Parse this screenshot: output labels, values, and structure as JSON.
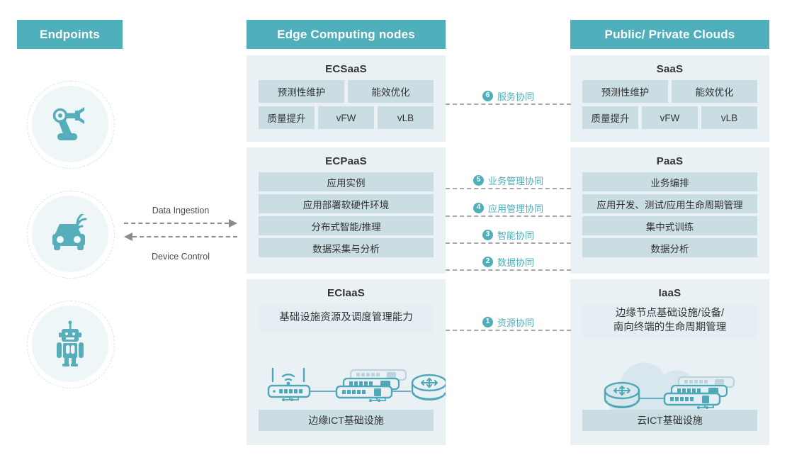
{
  "columns": {
    "endpoints": "Endpoints",
    "edge": "Edge Computing nodes",
    "cloud": "Public/ Private Clouds"
  },
  "endpoints": {
    "items": [
      {
        "icon": "robotic-arm-icon",
        "name": "endpoint-robotic-arm"
      },
      {
        "icon": "connected-car-icon",
        "name": "endpoint-connected-car"
      },
      {
        "icon": "humanoid-robot-icon",
        "name": "endpoint-humanoid-robot"
      }
    ],
    "flows": [
      {
        "label": "Data Ingestion",
        "direction": "right"
      },
      {
        "label": "Device Control",
        "direction": "left"
      }
    ]
  },
  "edge": {
    "saas": {
      "title": "ECSaaS",
      "row1": [
        "预测性维护",
        "能效优化"
      ],
      "row2": [
        "质量提升",
        "vFW",
        "vLB"
      ]
    },
    "paas": {
      "title": "ECPaaS",
      "rows": [
        "应用实例",
        "应用部署软硬件环境",
        "分布式智能/推理",
        "数据采集与分析"
      ]
    },
    "iaas": {
      "title": "ECIaaS",
      "capability": "基础设施资源及调度管理能力",
      "art": "edge-network-devices-icon",
      "footer": "边缘ICT基础设施"
    }
  },
  "cloud": {
    "saas": {
      "title": "SaaS",
      "row1": [
        "预测性维护",
        "能效优化"
      ],
      "row2": [
        "质量提升",
        "vFW",
        "vLB"
      ]
    },
    "paas": {
      "title": "PaaS",
      "rows": [
        "业务编排",
        "应用开发、测试/应用生命周期管理",
        "集中式训练",
        "数据分析"
      ]
    },
    "iaas": {
      "title": "IaaS",
      "capability": "边缘节点基础设施/设备/\n南向终端的生命周期管理",
      "capability_line1": "边缘节点基础设施/设备/",
      "capability_line2": "南向终端的生命周期管理",
      "art": "cloud-network-devices-icon",
      "footer": "云ICT基础设施"
    }
  },
  "connectors": [
    {
      "num": "6",
      "label": "服务协同",
      "name": "connector-service-collaboration"
    },
    {
      "num": "5",
      "label": "业务管理协同",
      "name": "connector-business-management-collaboration"
    },
    {
      "num": "4",
      "label": "应用管理协同",
      "name": "connector-application-management-collaboration"
    },
    {
      "num": "3",
      "label": "智能协同",
      "name": "connector-intelligence-collaboration"
    },
    {
      "num": "2",
      "label": "数据协同",
      "name": "connector-data-collaboration"
    },
    {
      "num": "1",
      "label": "资源协同",
      "name": "connector-resource-collaboration"
    }
  ],
  "colors": {
    "accent": "#4fb0bb",
    "panel_bg": "#eaf1f4",
    "chip_bg": "#c9dde3",
    "soft_chip_bg": "#e5eff3",
    "dash": "#8c8c8c"
  }
}
